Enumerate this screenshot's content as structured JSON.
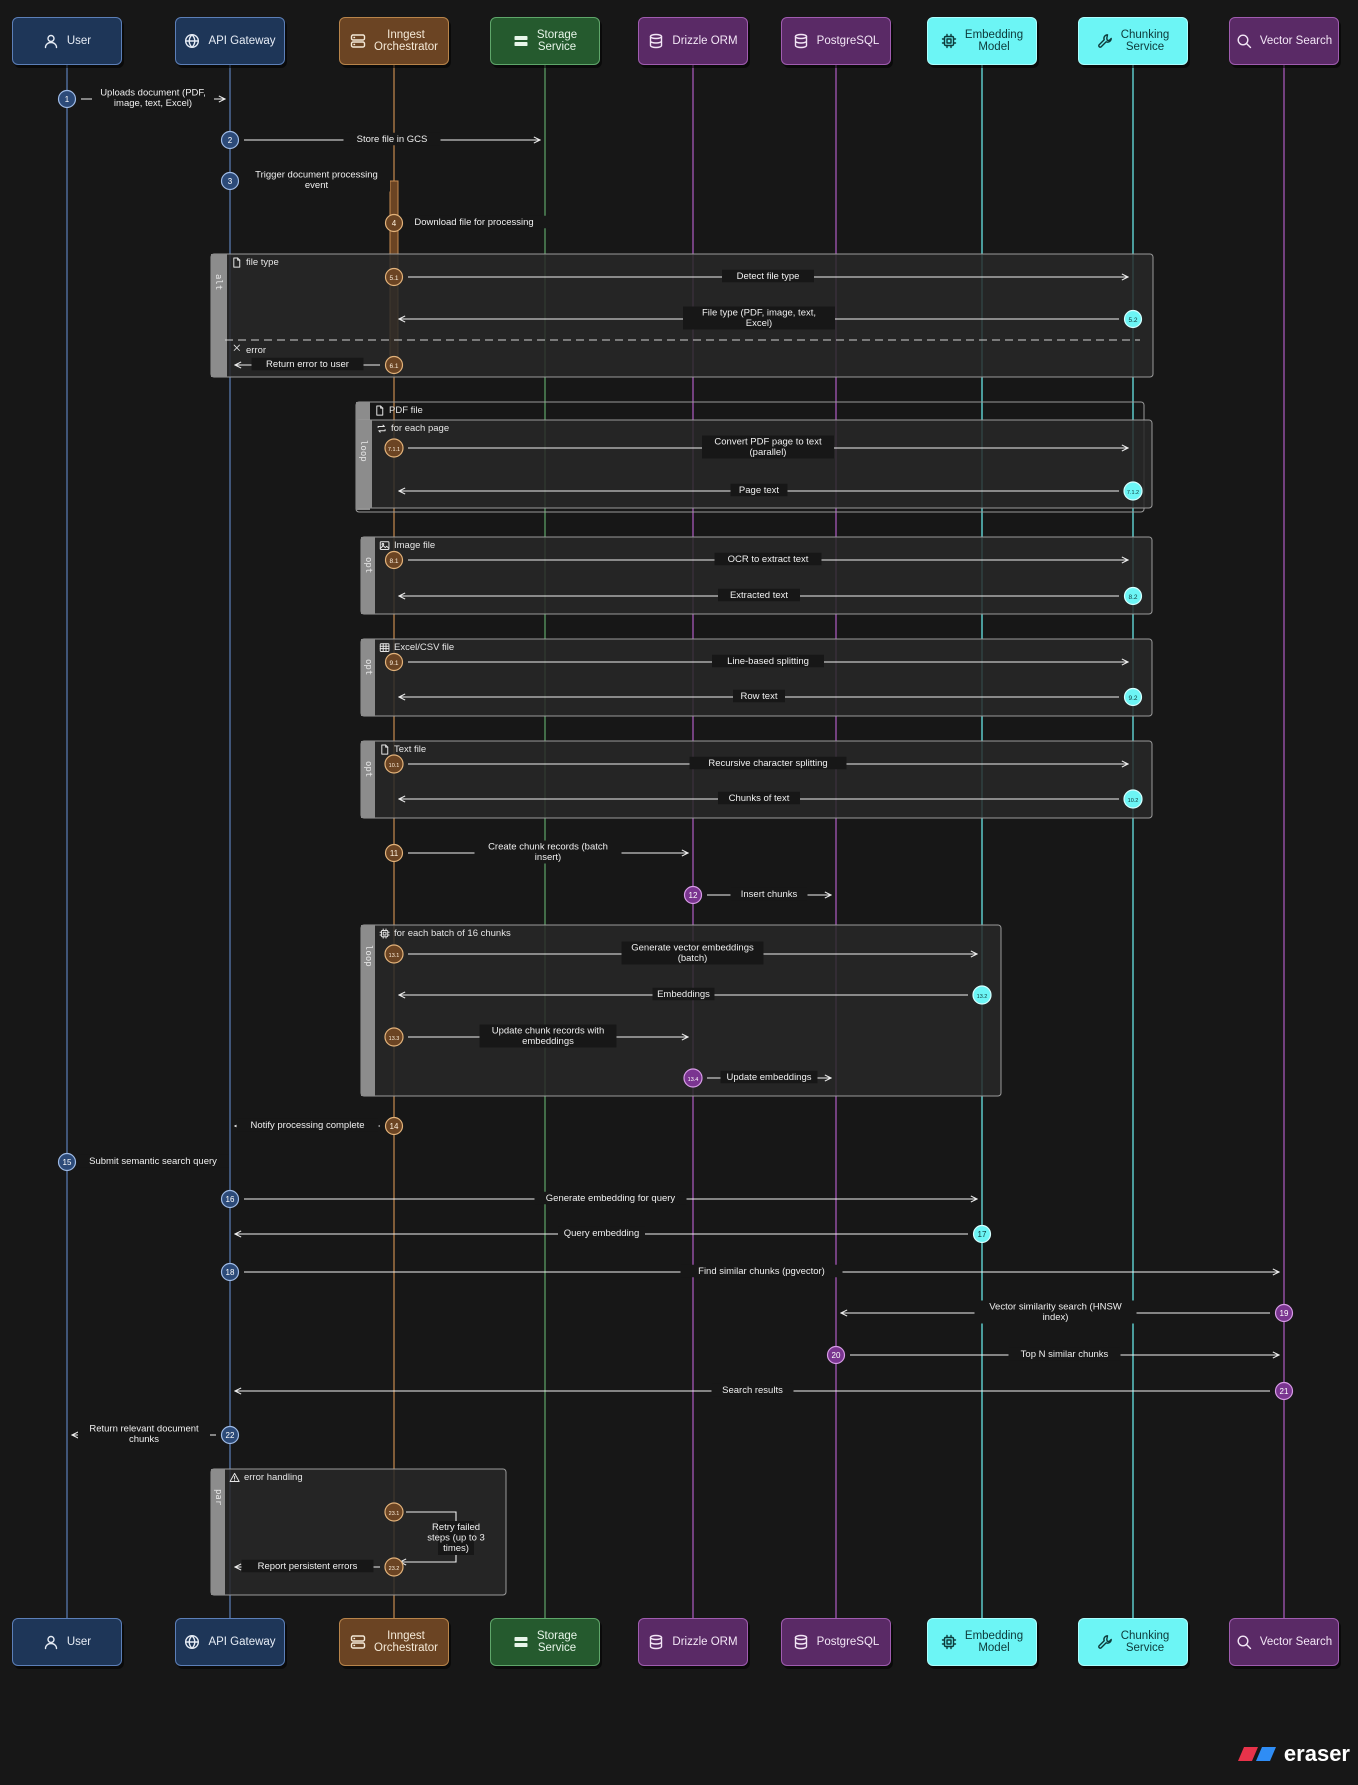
{
  "actors": [
    {
      "id": "user",
      "lines": [
        "User"
      ],
      "fill": "#1e3658",
      "stroke": "#5c7fb8",
      "text": "#e6ecf5",
      "icon": "user-icon"
    },
    {
      "id": "api",
      "lines": [
        "API Gateway"
      ],
      "fill": "#1e3658",
      "stroke": "#5c7fb8",
      "text": "#e6ecf5",
      "icon": "globe-icon"
    },
    {
      "id": "inngest",
      "lines": [
        "Inngest",
        "Orchestrator"
      ],
      "fill": "#6b4423",
      "stroke": "#b8844a",
      "text": "#f5ead8",
      "icon": "server-icon"
    },
    {
      "id": "storage",
      "lines": [
        "Storage",
        "Service"
      ],
      "fill": "#255a2e",
      "stroke": "#5fa66a",
      "text": "#e8f5ea",
      "icon": "storage-icon"
    },
    {
      "id": "drizzle",
      "lines": [
        "Drizzle ORM"
      ],
      "fill": "#5a2a66",
      "stroke": "#a05cb0",
      "text": "#f3e6f6",
      "icon": "database-icon"
    },
    {
      "id": "postgres",
      "lines": [
        "PostgreSQL"
      ],
      "fill": "#5a2a66",
      "stroke": "#a05cb0",
      "text": "#f3e6f6",
      "icon": "database-icon"
    },
    {
      "id": "embed",
      "lines": [
        "Embedding",
        "Model"
      ],
      "fill": "#6cf5f5",
      "stroke": "#aaffff",
      "text": "#0d3a3a",
      "icon": "chip-icon"
    },
    {
      "id": "chunk",
      "lines": [
        "Chunking",
        "Service"
      ],
      "fill": "#6cf5f5",
      "stroke": "#aaffff",
      "text": "#0d3a3a",
      "icon": "wrench-icon"
    },
    {
      "id": "vector",
      "lines": [
        "Vector Search"
      ],
      "fill": "#5a2a66",
      "stroke": "#a05cb0",
      "text": "#f3e6f6",
      "icon": "search-icon"
    }
  ],
  "frames": [
    {
      "kind": "alt",
      "title": "file type",
      "icon": "file-icon",
      "else_label": "error",
      "else_icon": "close-icon"
    },
    {
      "kind": "opt",
      "title": "PDF file",
      "icon": "file-icon"
    },
    {
      "kind": "loop",
      "title": "for each page",
      "icon": "repeat-icon"
    },
    {
      "kind": "opt",
      "title": "Image file",
      "icon": "image-icon"
    },
    {
      "kind": "opt",
      "title": "Excel/CSV file",
      "icon": "table-icon"
    },
    {
      "kind": "opt",
      "title": "Text file",
      "icon": "file-icon"
    },
    {
      "kind": "loop",
      "title": "for each batch of 16 chunks",
      "icon": "chip-icon"
    },
    {
      "kind": "par",
      "title": "error handling",
      "icon": "warning-icon"
    }
  ],
  "messages": [
    {
      "n": "1",
      "from": "user",
      "to": "api",
      "lines": [
        "Uploads document (PDF,",
        "image, text, Excel)"
      ]
    },
    {
      "n": "2",
      "from": "api",
      "to": "storage",
      "lines": [
        "Store file in GCS"
      ]
    },
    {
      "n": "3",
      "from": "api",
      "to": "inngest",
      "lines": [
        "Trigger document processing",
        "event"
      ]
    },
    {
      "n": "4",
      "from": "inngest",
      "to": "storage",
      "lines": [
        "Download file for processing"
      ]
    },
    {
      "n": "5.1",
      "from": "inngest",
      "to": "chunk",
      "lines": [
        "Detect file type"
      ]
    },
    {
      "n": "5.2",
      "from": "chunk",
      "to": "inngest",
      "lines": [
        "File type (PDF, image, text,",
        "Excel)"
      ]
    },
    {
      "n": "6.1",
      "from": "inngest",
      "to": "api",
      "lines": [
        "Return error to user"
      ]
    },
    {
      "n": "7.1.1",
      "from": "inngest",
      "to": "chunk",
      "lines": [
        "Convert PDF page to text",
        "(parallel)"
      ]
    },
    {
      "n": "7.1.2",
      "from": "chunk",
      "to": "inngest",
      "lines": [
        "Page text"
      ]
    },
    {
      "n": "8.1",
      "from": "inngest",
      "to": "chunk",
      "lines": [
        "OCR to extract text"
      ]
    },
    {
      "n": "8.2",
      "from": "chunk",
      "to": "inngest",
      "lines": [
        "Extracted text"
      ]
    },
    {
      "n": "9.1",
      "from": "inngest",
      "to": "chunk",
      "lines": [
        "Line-based splitting"
      ]
    },
    {
      "n": "9.2",
      "from": "chunk",
      "to": "inngest",
      "lines": [
        "Row text"
      ]
    },
    {
      "n": "10.1",
      "from": "inngest",
      "to": "chunk",
      "lines": [
        "Recursive character splitting"
      ]
    },
    {
      "n": "10.2",
      "from": "chunk",
      "to": "inngest",
      "lines": [
        "Chunks of text"
      ]
    },
    {
      "n": "11",
      "from": "inngest",
      "to": "drizzle",
      "lines": [
        "Create chunk records (batch",
        "insert)"
      ]
    },
    {
      "n": "12",
      "from": "drizzle",
      "to": "postgres",
      "lines": [
        "Insert chunks"
      ]
    },
    {
      "n": "13.1",
      "from": "inngest",
      "to": "embed",
      "lines": [
        "Generate vector embeddings",
        "(batch)"
      ]
    },
    {
      "n": "13.2",
      "from": "embed",
      "to": "inngest",
      "lines": [
        "Embeddings"
      ]
    },
    {
      "n": "13.3",
      "from": "inngest",
      "to": "drizzle",
      "lines": [
        "Update chunk records with",
        "embeddings"
      ]
    },
    {
      "n": "13.4",
      "from": "drizzle",
      "to": "postgres",
      "lines": [
        "Update embeddings"
      ]
    },
    {
      "n": "14",
      "from": "inngest",
      "to": "api",
      "lines": [
        "Notify processing complete"
      ]
    },
    {
      "n": "15",
      "from": "user",
      "to": "api",
      "lines": [
        "Submit semantic search query"
      ]
    },
    {
      "n": "16",
      "from": "api",
      "to": "embed",
      "lines": [
        "Generate embedding for query"
      ]
    },
    {
      "n": "17",
      "from": "embed",
      "to": "api",
      "lines": [
        "Query embedding"
      ]
    },
    {
      "n": "18",
      "from": "api",
      "to": "vector",
      "lines": [
        "Find similar chunks (pgvector)"
      ]
    },
    {
      "n": "19",
      "from": "vector",
      "to": "postgres",
      "lines": [
        "Vector similarity search (HNSW",
        "index)"
      ]
    },
    {
      "n": "20",
      "from": "postgres",
      "to": "vector",
      "lines": [
        "Top N similar chunks"
      ]
    },
    {
      "n": "21",
      "from": "vector",
      "to": "api",
      "lines": [
        "Search results"
      ]
    },
    {
      "n": "22",
      "from": "api",
      "to": "user",
      "lines": [
        "Return relevant document",
        "chunks"
      ]
    },
    {
      "n": "23.1",
      "from": "inngest",
      "to": "inngest",
      "lines": [
        "Retry failed",
        "steps (up to 3",
        "times)"
      ]
    },
    {
      "n": "23.2",
      "from": "inngest",
      "to": "api",
      "lines": [
        "Report persistent errors"
      ]
    }
  ],
  "brand": {
    "name": "eraser"
  }
}
